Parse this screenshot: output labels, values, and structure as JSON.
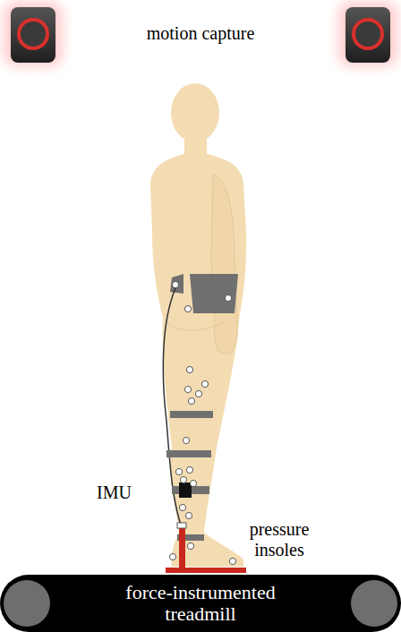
{
  "diagram": {
    "nodes": [
      {
        "text": [
          "force-instrumented treadmill"
        ]
      }
    ],
    "labels": [
      "motion capture",
      "IMU",
      "pressure insoles"
    ]
  }
}
